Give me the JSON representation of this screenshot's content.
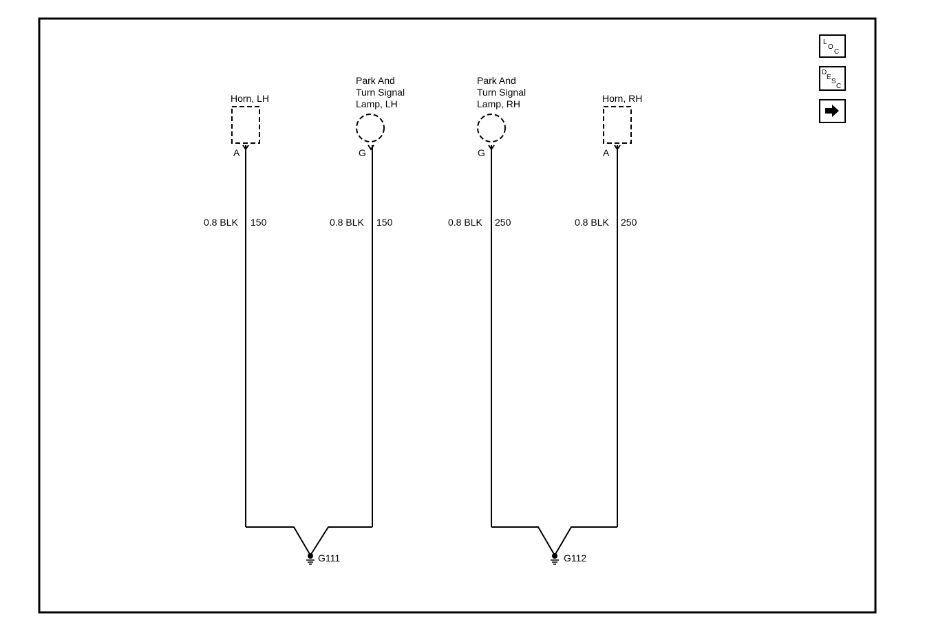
{
  "components": [
    {
      "name_lines": [
        "Horn, LH"
      ],
      "pin": "A",
      "wire_gauge_color": "0.8 BLK",
      "circuit": "150",
      "shape": "rect"
    },
    {
      "name_lines": [
        "Park And",
        "Turn Signal",
        "Lamp, LH"
      ],
      "pin": "G",
      "wire_gauge_color": "0.8 BLK",
      "circuit": "150",
      "shape": "circle"
    },
    {
      "name_lines": [
        "Park And",
        "Turn Signal",
        "Lamp, RH"
      ],
      "pin": "G",
      "wire_gauge_color": "0.8 BLK",
      "circuit": "250",
      "shape": "circle"
    },
    {
      "name_lines": [
        "Horn, RH"
      ],
      "pin": "A",
      "wire_gauge_color": "0.8 BLK",
      "circuit": "250",
      "shape": "rect"
    }
  ],
  "grounds": [
    {
      "label": "G111"
    },
    {
      "label": "G112"
    }
  ],
  "nav_buttons": {
    "loc": {
      "icon": "location-icon",
      "letters": [
        "L",
        "O",
        "C"
      ]
    },
    "desc": {
      "icon": "description-icon",
      "letters": [
        "D",
        "E",
        "S",
        "C"
      ]
    },
    "next": {
      "icon": "arrow-right-icon"
    }
  }
}
